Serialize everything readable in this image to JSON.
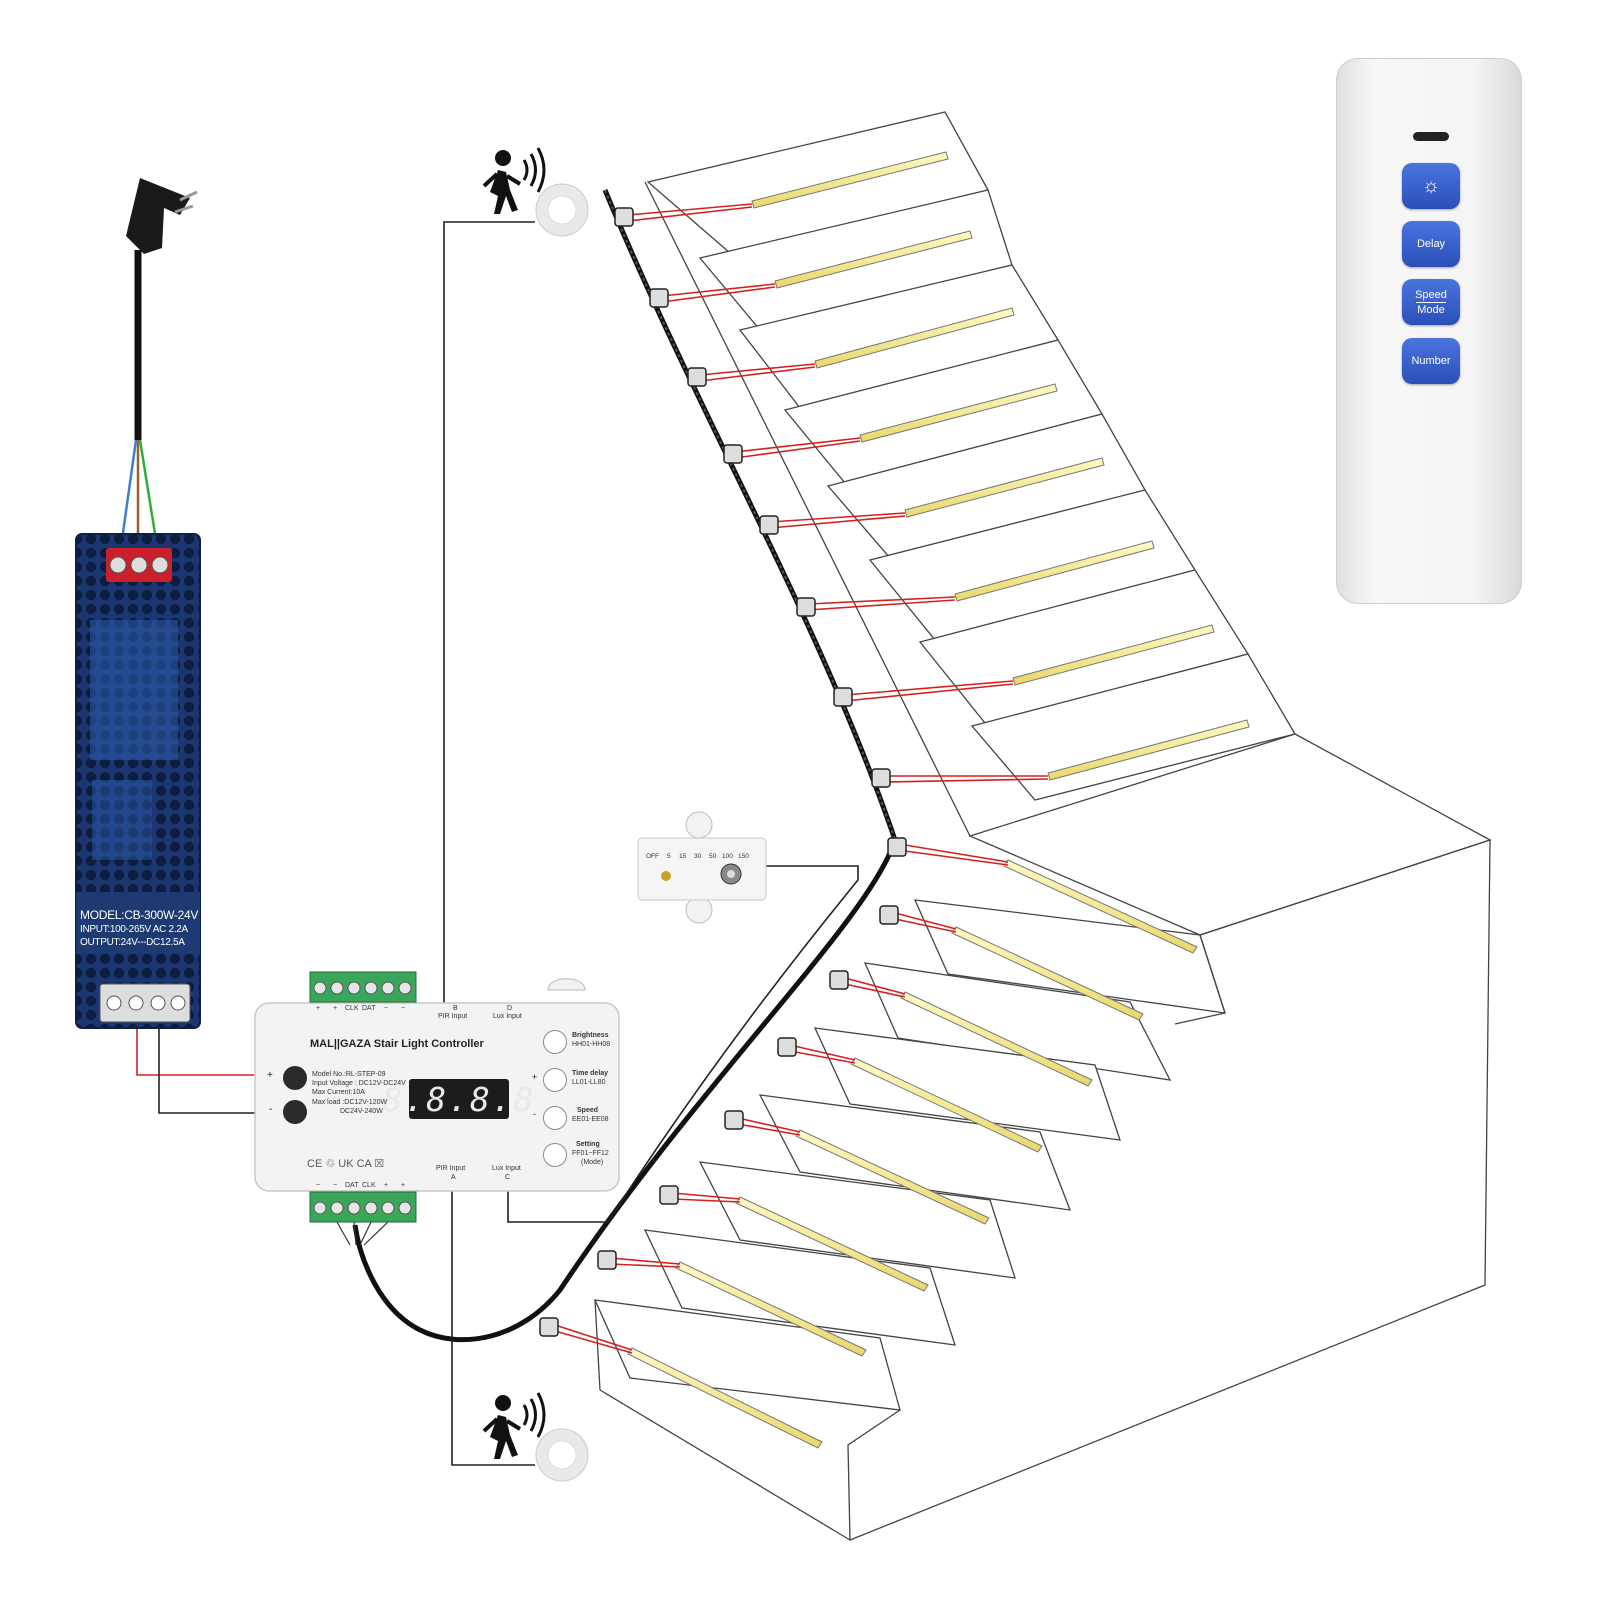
{
  "psu": {
    "model": "MODEL:CB-300W-24V",
    "input": "INPUT:100-265V AC 2.2A",
    "output": "OUTPUT:24V---DC12.5A"
  },
  "controller": {
    "title": "MAL||GAZA Stair Light Controller",
    "display": "8.8.8.8",
    "specs": [
      "Model No.:RL-STEP-09",
      "Input Voltage : DC12V-DC24V",
      "Max Current:10A",
      "Max load :DC12V-120W",
      "DC24V-240W"
    ],
    "top_terminal_labels": [
      "+",
      "+",
      "CLK",
      "DAT",
      "−",
      "−"
    ],
    "bottom_terminal_labels": [
      "−",
      "−",
      "DAT",
      "CLK",
      "+",
      "+"
    ],
    "port_b": [
      "B",
      "PIR Input"
    ],
    "port_d": [
      "D",
      "Lux Input"
    ],
    "port_a": [
      "PIR Input",
      "A"
    ],
    "port_c": [
      "Lux Input",
      "C"
    ],
    "buttons": [
      {
        "label": "Brightness",
        "sub": "HH01-HH08"
      },
      {
        "label": "Time delay",
        "sub": "LL01-LL80"
      },
      {
        "label": "Speed",
        "sub": "EE01-EE08"
      },
      {
        "label": "Setting",
        "sub": "FF01~FF12",
        "sub2": "(Mode)"
      }
    ],
    "plus": "+",
    "minus": "-",
    "cert": "CE ♲ UK CA ☒"
  },
  "lux": {
    "scale": [
      "OFF",
      "5",
      "15",
      "30",
      "50",
      "100",
      "150"
    ]
  },
  "remote": {
    "buttons": [
      {
        "name": "brightness",
        "icon": "sun-icon",
        "label": "☼"
      },
      {
        "name": "delay",
        "label": "Delay"
      },
      {
        "name": "speed-mode",
        "label_top": "Speed",
        "label_bottom": "Mode"
      },
      {
        "name": "number",
        "label": "Number"
      }
    ],
    "button_color": "#3b62cf"
  },
  "colors": {
    "led": "#f6ee9a",
    "psu": "#1d3a72",
    "wire_red": "#d62020",
    "terminal_green": "#3aa65a"
  }
}
